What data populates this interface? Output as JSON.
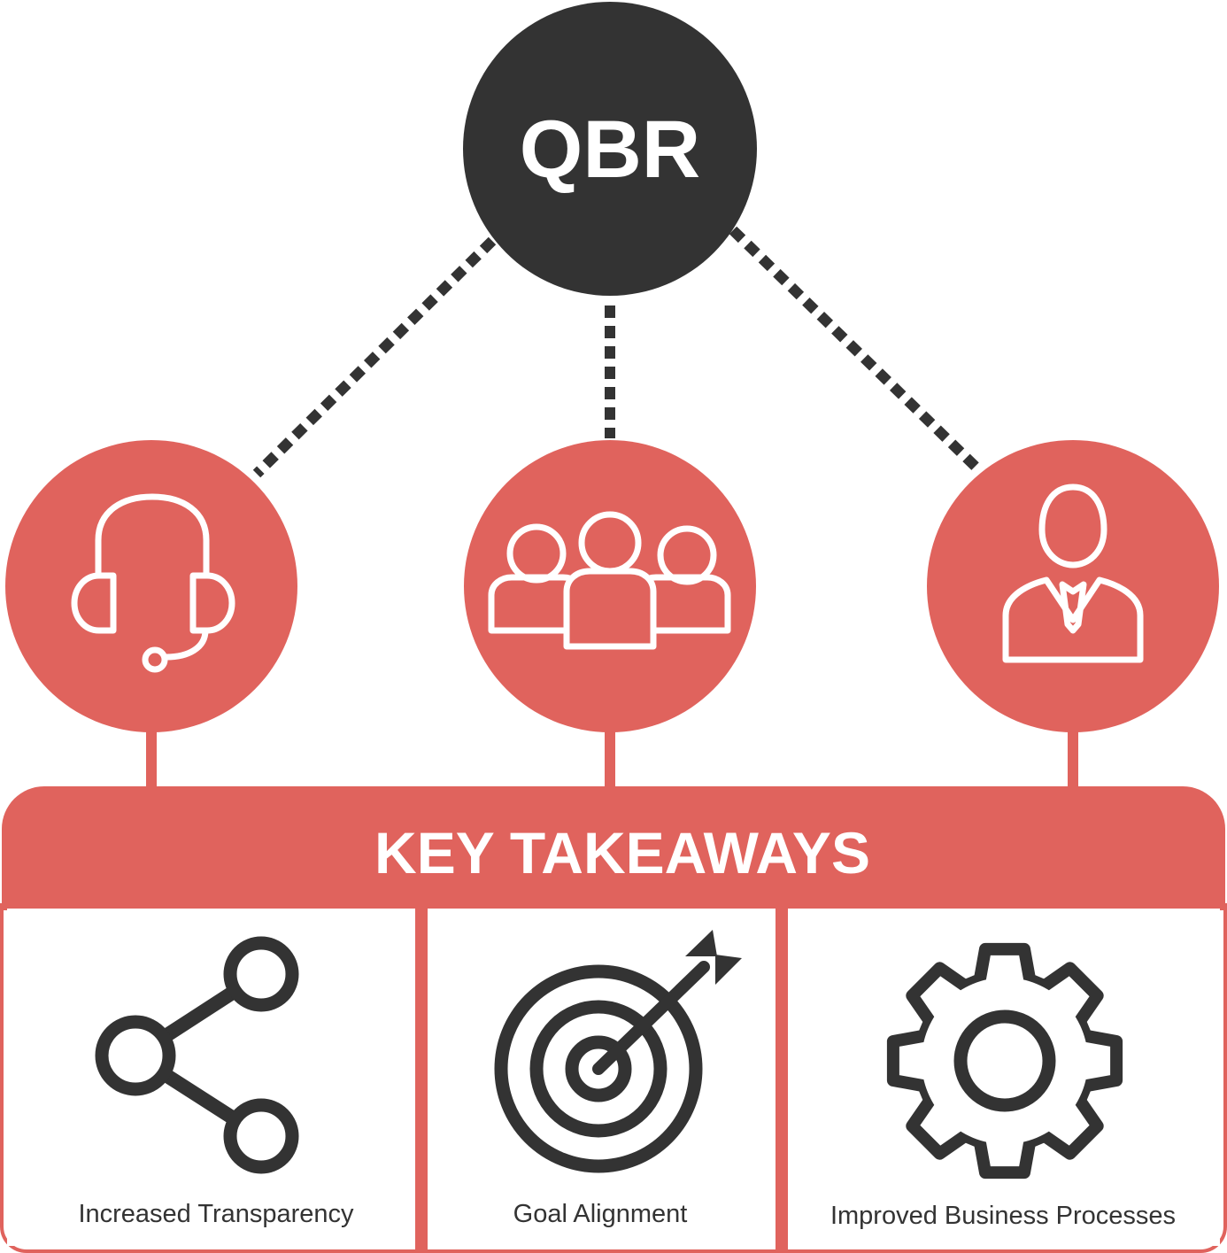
{
  "root": {
    "label": "QBR"
  },
  "panel": {
    "header": "KEY TAKEAWAYS"
  },
  "stakeholders": [
    {
      "icon": "headset-icon"
    },
    {
      "icon": "team-icon"
    },
    {
      "icon": "businessman-icon"
    }
  ],
  "takeaways": [
    {
      "label": "Increased Transparency",
      "icon": "share-icon"
    },
    {
      "label": "Goal Alignment",
      "icon": "target-icon"
    },
    {
      "label": "Improved Business Processes",
      "icon": "gear-icon"
    }
  ],
  "colors": {
    "accent": "#E0635D",
    "dark": "#333333",
    "background": "#FFFFFF"
  }
}
